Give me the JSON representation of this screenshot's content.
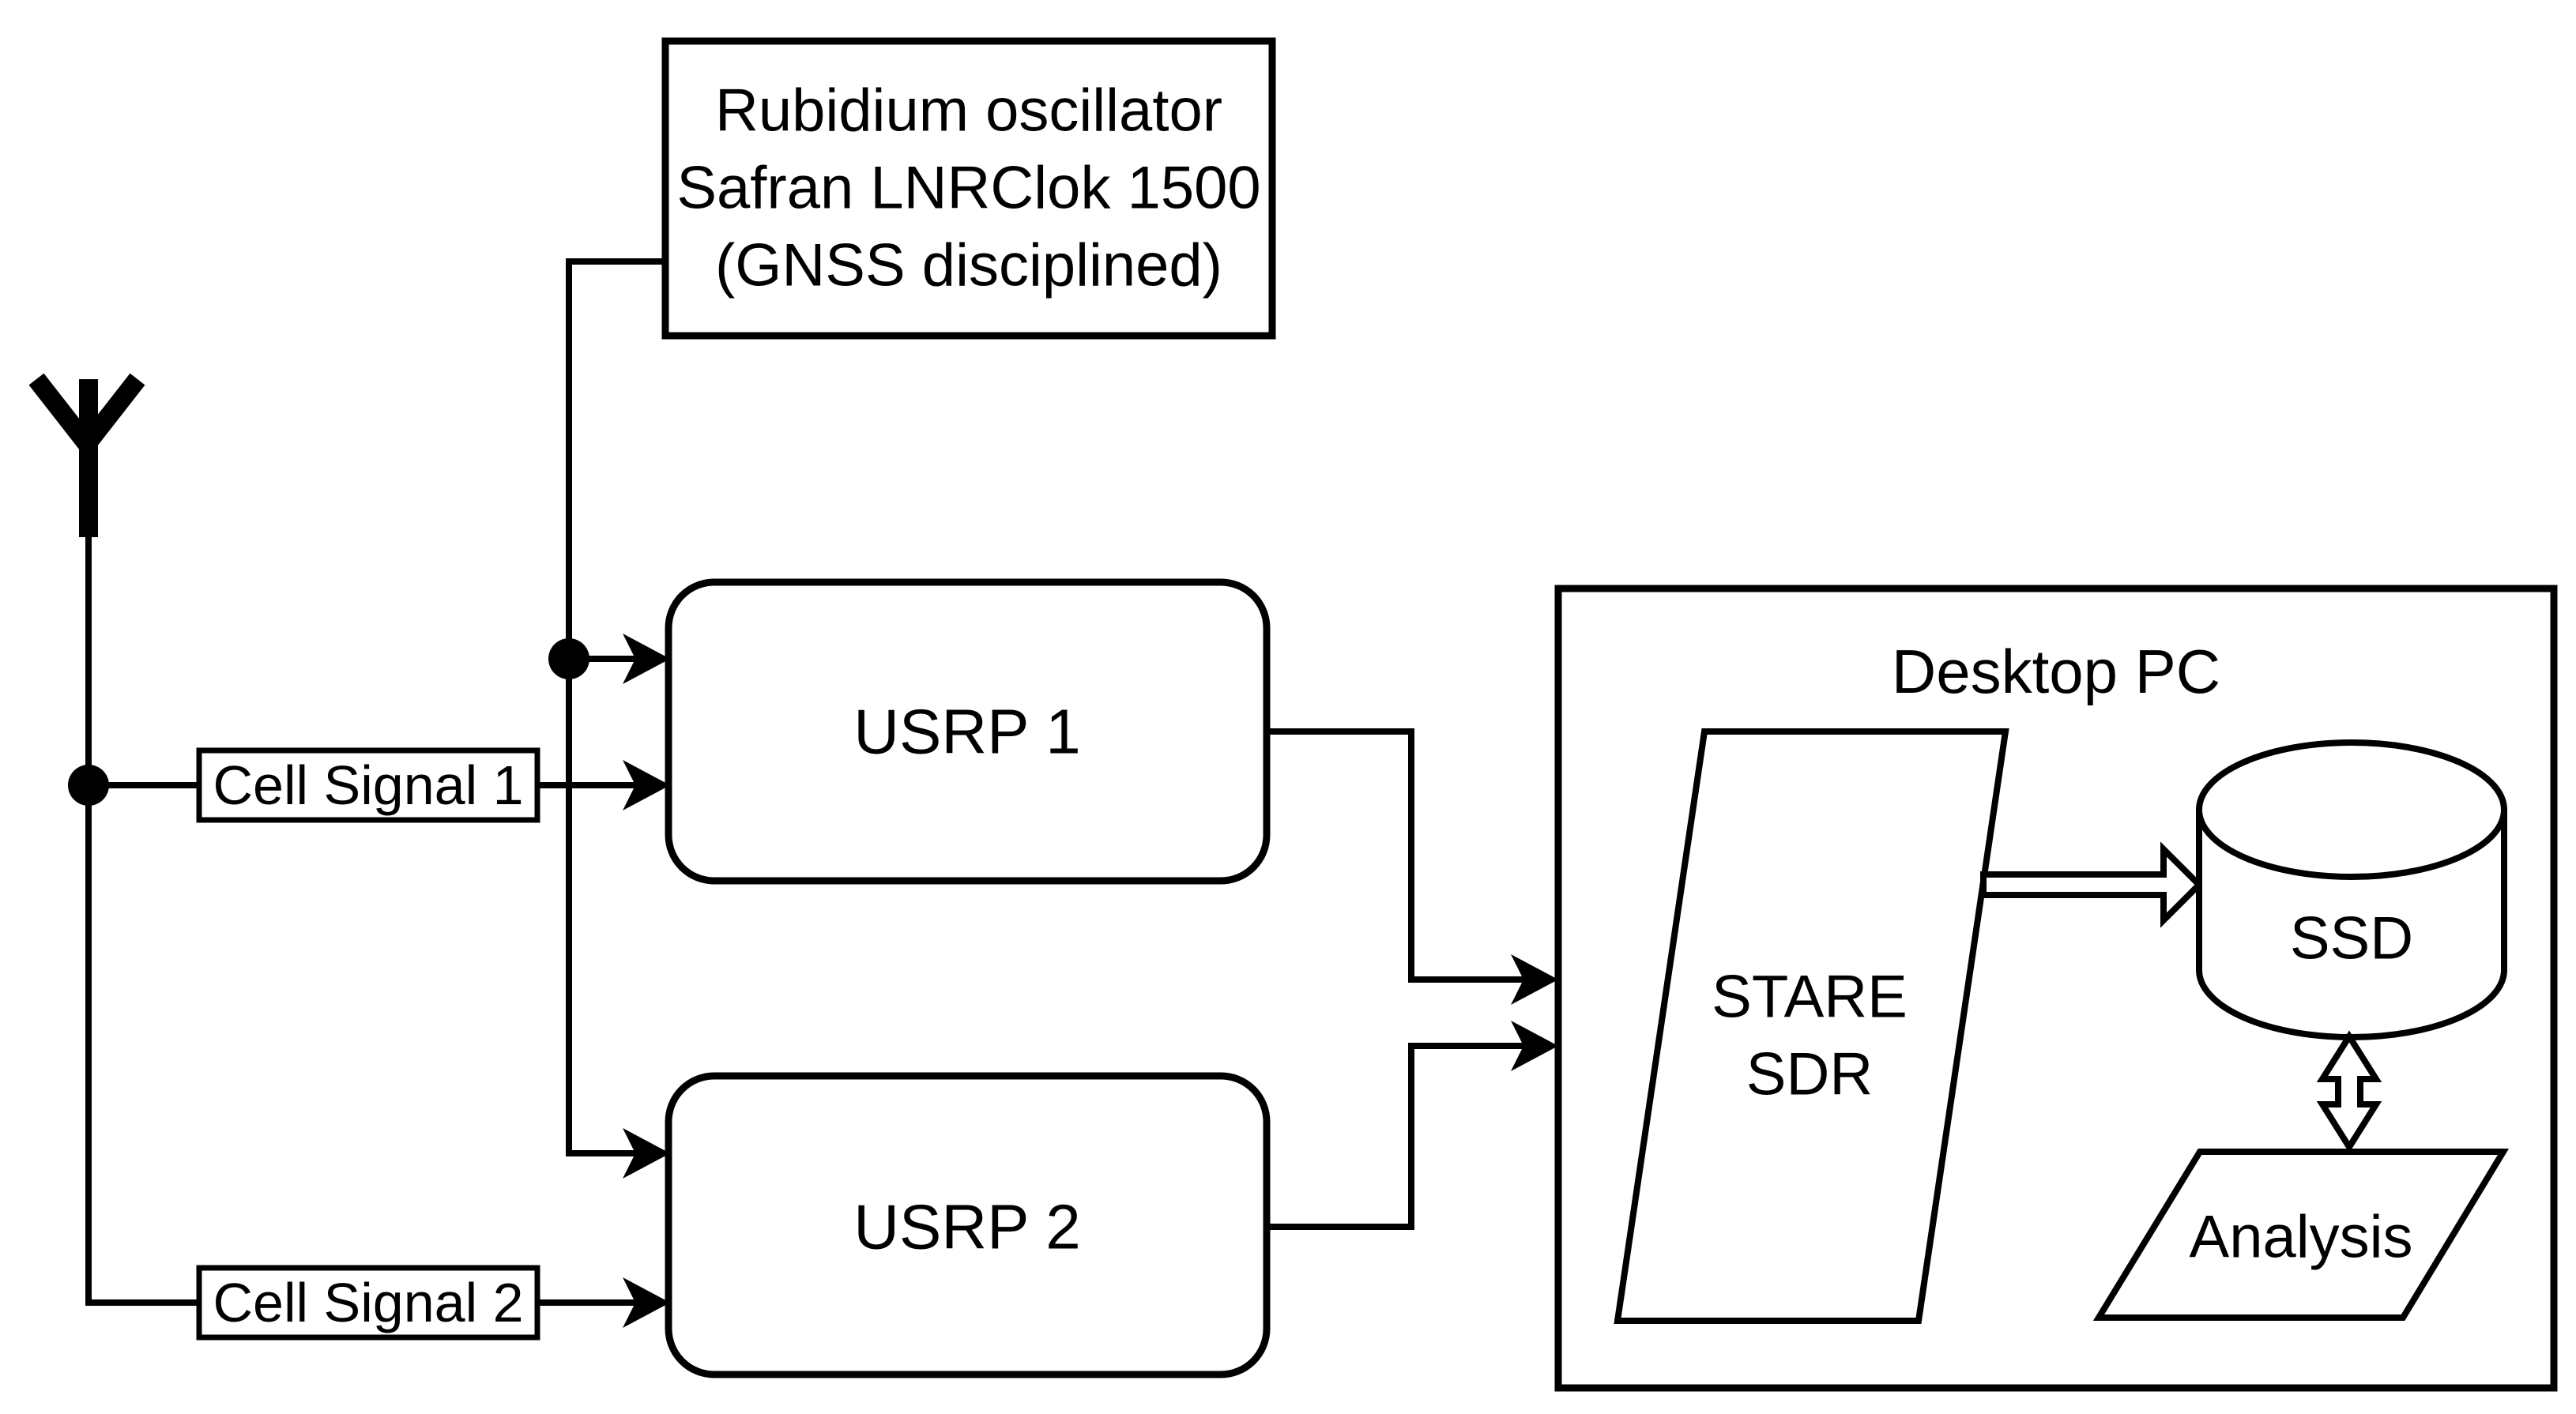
{
  "diagram": {
    "type": "block-diagram",
    "colors": {
      "stroke": "#000000",
      "background": "#ffffff",
      "shape_fill": "#ffffff"
    },
    "nodes": {
      "rubidium": {
        "line1": "Rubidium oscillator",
        "line2": "Safran LNRClok 1500",
        "line3": "(GNSS disciplined)"
      },
      "cell_signal_1": {
        "label": "Cell Signal 1"
      },
      "cell_signal_2": {
        "label": "Cell Signal 2"
      },
      "usrp1": {
        "label": "USRP 1"
      },
      "usrp2": {
        "label": "USRP 2"
      },
      "desktop_pc": {
        "label": "Desktop PC"
      },
      "stare_sdr": {
        "line1": "STARE",
        "line2": "SDR"
      },
      "ssd": {
        "label": "SSD"
      },
      "analysis": {
        "label": "Analysis"
      }
    },
    "edges": [
      {
        "from": "antenna",
        "to": "cell-signal-1",
        "style": "line"
      },
      {
        "from": "antenna",
        "to": "cell-signal-2",
        "style": "line"
      },
      {
        "from": "cell-signal-1",
        "to": "usrp1",
        "style": "arrow"
      },
      {
        "from": "cell-signal-2",
        "to": "usrp2",
        "style": "arrow"
      },
      {
        "from": "rubidium-oscillator",
        "to": "usrp1",
        "style": "arrow"
      },
      {
        "from": "rubidium-oscillator",
        "to": "usrp2",
        "style": "arrow"
      },
      {
        "from": "usrp1",
        "to": "desktop-pc",
        "style": "arrow"
      },
      {
        "from": "usrp2",
        "to": "desktop-pc",
        "style": "arrow"
      },
      {
        "from": "stare-sdr",
        "to": "ssd",
        "style": "hollow-arrow"
      },
      {
        "from": "ssd",
        "to": "analysis",
        "style": "hollow-double-arrow",
        "bidirectional": true
      }
    ]
  }
}
